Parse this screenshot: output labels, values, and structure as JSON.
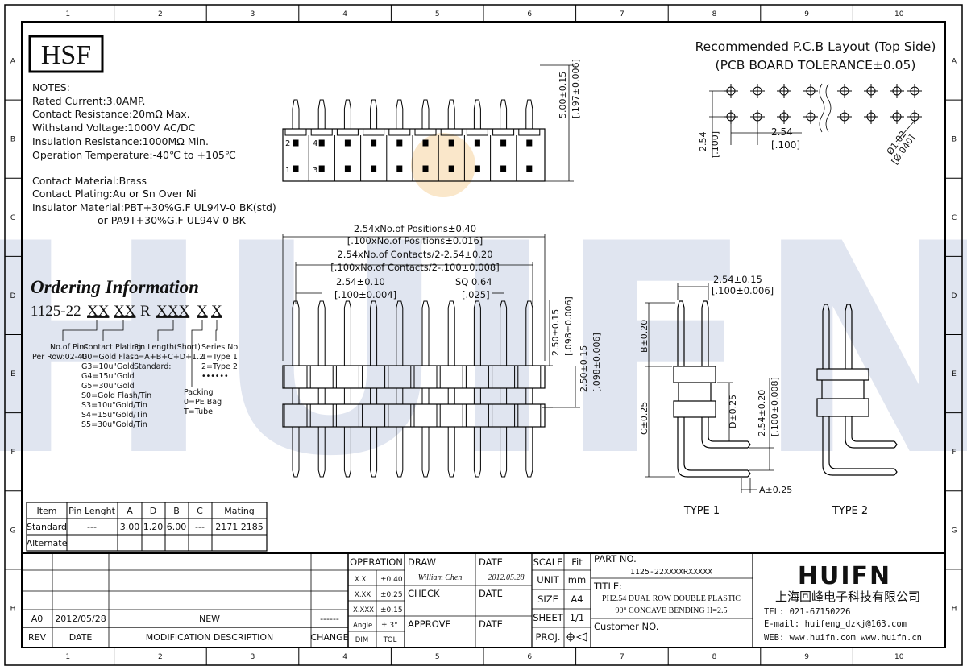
{
  "frame": {
    "col_labels": [
      "1",
      "2",
      "3",
      "4",
      "5",
      "6",
      "7",
      "8",
      "9",
      "10"
    ],
    "row_labels": [
      "A",
      "B",
      "C",
      "D",
      "E",
      "F",
      "G",
      "H"
    ]
  },
  "logo": "HSF",
  "watermark": "HUIFN",
  "notes": {
    "heading": "NOTES:",
    "lines": [
      "Rated Current:3.0AMP.",
      "Contact Resistance:20mΩ Max.",
      "Withstand Voltage:1000V AC/DC",
      "Insulation Resistance:1000MΩ Min.",
      "Operation Temperature:-40℃ to +105℃"
    ],
    "material": [
      "Contact Material:Brass",
      "Contact Plating:Au or Sn Over Ni",
      "Insulator Material:PBT+30%G.F UL94V-0 BK(std)",
      "or PA9T+30%G.F UL94V-0 BK"
    ]
  },
  "ordering": {
    "title": "Ordering Information",
    "code_prefix": "1125-22",
    "code_parts": [
      "XX",
      "XX",
      "R",
      "XXX",
      "X",
      "X"
    ],
    "no_of_pins": [
      "No.of Pins",
      "Per Row:02-40"
    ],
    "contact_plating": [
      "Contact Plating",
      "G0=Gold Flash",
      "G3=10u\"Gold",
      "G4=15u\"Gold",
      "G5=30u\"Gold",
      "S0=Gold Flash/Tin",
      "S3=10u\"Gold/Tin",
      "S4=15u\"Gold/Tin",
      "S5=30u\"Gold/Tin"
    ],
    "pin_length": [
      "Pin Length(Short)",
      "L=A+B+C+D+1.2",
      "Standard:"
    ],
    "packing": [
      "Packing",
      "0=PE Bag",
      "T=Tube"
    ],
    "series": [
      "Series No.",
      "1=Type 1",
      "2=Type 2",
      "••••••"
    ]
  },
  "pin_table": {
    "headers": [
      "Item",
      "Pin Lenght",
      "A",
      "D",
      "B",
      "C",
      "Mating"
    ],
    "rows": [
      [
        "Standard",
        "---",
        "3.00",
        "1.20",
        "6.00",
        "---",
        "2171 2185"
      ],
      [
        "Alternate",
        "",
        "",
        "",
        "",
        "",
        ""
      ]
    ]
  },
  "pcb_layout": {
    "title": "Recommended P.C.B Layout (Top Side)",
    "subtitle": "(PCB BOARD TOLERANCE±0.05)",
    "dim_pitch_v": "2.54",
    "dim_pitch_v_in": "[.100]",
    "dim_pitch_h": "2.54",
    "dim_pitch_h_in": "[.100]",
    "dim_hole": "Ø1.02",
    "dim_hole_in": "[Ø.040]"
  },
  "top_view": {
    "pin_labels": [
      "2",
      "4",
      "1",
      "3"
    ],
    "dim_height": "5.00±0.15",
    "dim_height_in": "[.197±0.006]"
  },
  "front_view": {
    "dim1": "2.54xNo.of Positions±0.40",
    "dim1_in": "[.100xNo.of Positions±0.016]",
    "dim2": "2.54xNo.of Contacts/2-2.54±0.20",
    "dim2_in": "[.100xNo.of Contacts/2-.100±0.008]",
    "dim3": "2.54±0.10",
    "dim3_in": "[.100±0.004]",
    "dim4": "SQ 0.64",
    "dim4_in": "[.025]",
    "dim5": "2.50±0.15",
    "dim5_in": "[.098±0.006]",
    "dim6": "2.50±0.15",
    "dim6_in": "[.098±0.006]"
  },
  "side_view": {
    "dim_pitch": "2.54±0.15",
    "dim_pitch_in": "[.100±0.006]",
    "dim_b": "B±0.20",
    "dim_c": "C±0.25",
    "dim_d": "D±0.25",
    "dim_a": "A±0.25",
    "dim_row": "2.54±0.20",
    "dim_row_in": "[.100±0.008]",
    "type1": "TYPE 1",
    "type2": "TYPE 2"
  },
  "title_block": {
    "revision": {
      "rev": "A0",
      "date": "2012/05/28",
      "desc": "NEW",
      "change": "------",
      "headers": [
        "REV",
        "DATE",
        "MODIFICATION  DESCRIPTION",
        "CHANGE"
      ]
    },
    "operation": "OPERATION",
    "tolerances": [
      [
        "X.X",
        "±0.40"
      ],
      [
        "X.XX",
        "±0.25"
      ],
      [
        "X.XXX",
        "±0.15"
      ],
      [
        "Angle",
        "± 3°"
      ]
    ],
    "dim_label": "DIM",
    "tol_label": "TOL",
    "draw_label": "DRAW",
    "drawer": "William Chen",
    "date_label": "DATE",
    "draw_date": "2012.05.28",
    "check_label": "CHECK",
    "approve_label": "APPROVE",
    "scale_label": "SCALE",
    "scale_value": "Fit",
    "unit_label": "UNIT",
    "unit_value": "mm",
    "size_label": "SIZE",
    "size_value": "A4",
    "sheet_label": "SHEET",
    "sheet_value": "1/1",
    "proj_label": "PROJ.",
    "part_no_label": "PART NO.",
    "part_no": "1125-22XXXXRXXXXX",
    "title_label": "TITLE:",
    "title_line1": "PH2.54 DUAL ROW DOUBLE PLASTIC",
    "title_line2": "90° CONCAVE BENDING H=2.5",
    "customer_label": "Customer NO.",
    "company_logo": "HUIFN",
    "company_name": "上海回峰电子科技有限公司",
    "tel": "TEL: 021-67150226",
    "email": "E-mail: huifeng_dzkj@163.com",
    "web": "WEB: www.huifn.com  www.huifn.cn"
  }
}
